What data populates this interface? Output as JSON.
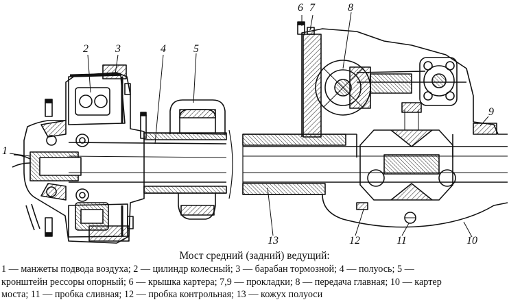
{
  "callouts": [
    "1",
    "2",
    "3",
    "4",
    "5",
    "6",
    "7",
    "8",
    "9",
    "10",
    "11",
    "12",
    "13"
  ],
  "caption": {
    "title": "Мост средний (задний) ведущий:",
    "lines": [
      "1 — манжеты подвода воздуха; 2 — цилиндр колесный; 3 — барабан тормозной; 4 — полуось; 5 —",
      "кронштейн рессоры опорный; 6 — крышка картера; 7,9 — прокладки; 8 — передача главная; 10 — картер",
      "моста; 11 — пробка сливная; 12 — пробка контрольная; 13 — кожух полуоси"
    ]
  }
}
